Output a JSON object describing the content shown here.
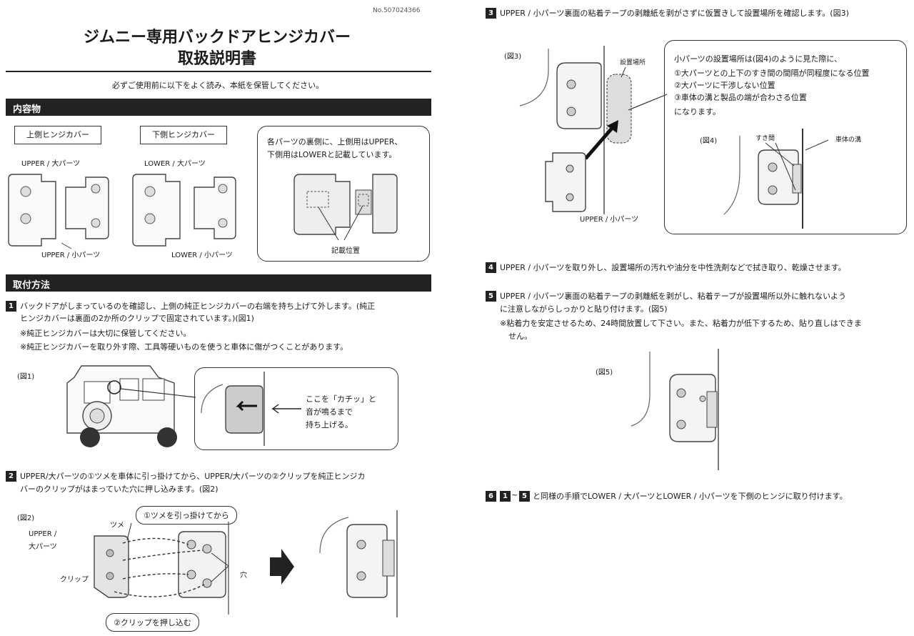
{
  "doc_no": "No.507024366",
  "title_line1": "ジムニー専用バックドアヒンジカバー",
  "title_line2": "取扱説明書",
  "notice": "必ずご使用前に以下をよく読み、本紙を保管してください。",
  "contents": {
    "heading": "内容物",
    "upper_box": "上側ヒンジカバー",
    "lower_box": "下側ヒンジカバー",
    "upper_large": "UPPER / 大パーツ",
    "upper_small": "UPPER / 小パーツ",
    "lower_large": "LOWER / 大パーツ",
    "lower_small": "LOWER / 小パーツ",
    "info_line1": "各パーツの裏側に、上側用はUPPER、",
    "info_line2": "下側用はLOWERと記載しています。",
    "mark_position": "記載位置"
  },
  "install": {
    "heading": "取付方法",
    "step1": {
      "num": "1",
      "line1": "バックドアがしまっているのを確認し、上側の純正ヒンジカバーの右端を持ち上げて外します。(純正",
      "line2": "ヒンジカバーは裏面の2か所のクリップで固定されています。)(図1)",
      "note1": "※純正ヒンジカバーは大切に保管してください。",
      "note2": "※純正ヒンジカバーを取り外す際、工具等硬いものを使うと車体に傷がつくことがあります。",
      "fig": "(図1)",
      "callout_1": "ここを「カチッ」と",
      "callout_2": "音が鳴るまで",
      "callout_3": "持ち上げる。"
    },
    "step2": {
      "num": "2",
      "line1": "UPPER/大パーツの①ツメを車体に引っ掛けてから、UPPER/大パーツの②クリップを純正ヒンジカ",
      "line2": "バーのクリップがはまっていた穴に押し込みます。(図2)",
      "fig": "(図2)",
      "part_label_1": "UPPER /",
      "part_label_2": "大パーツ",
      "tab": "ツメ",
      "clip": "クリップ",
      "hole": "穴",
      "callout_top": "①ツメを引っ掛けてから",
      "callout_bottom": "②クリップを押し込む"
    },
    "step3": {
      "num": "3",
      "line1": "UPPER / 小パーツ裏面の粘着テープの剥離紙を剥がさずに仮置きして設置場所を確認します。(図3)",
      "fig3": "(図3)",
      "place": "設置場所",
      "small_part": "UPPER / 小パーツ",
      "box_line1": "小パーツの設置場所は(図4)のように見た際に、",
      "box_line2": "①大パーツとの上下のすき間の間隔が同程度になる位置",
      "box_line3": "②大パーツに干渉しない位置",
      "box_line4": "③車体の溝と製品の端が合わさる位置",
      "box_line5": "になります。",
      "fig4": "(図4)",
      "gap": "すき間",
      "groove": "車体の溝"
    },
    "step4": {
      "num": "4",
      "line1": "UPPER / 小パーツを取り外し、設置場所の汚れや油分を中性洗剤などで拭き取り、乾燥させます。"
    },
    "step5": {
      "num": "5",
      "line1": "UPPER / 小パーツ裏面の粘着テープの剥離紙を剥がし、粘着テープが設置場所以外に触れないよう",
      "line2": "に注意しながらしっかりと貼り付けます。(図5)",
      "note1": "※粘着力を安定させるため、24時間放置して下さい。また、粘着力が低下するため、貼り直しはできま",
      "note2": "せん。",
      "fig": "(図5)"
    },
    "step6": {
      "num": "6",
      "ref_a": "1",
      "ref_b": "5",
      "text": "と同様の手順でLOWER / 大パーツとLOWER / 小パーツを下側のヒンジに取り付けます。",
      "sep": "~"
    }
  }
}
